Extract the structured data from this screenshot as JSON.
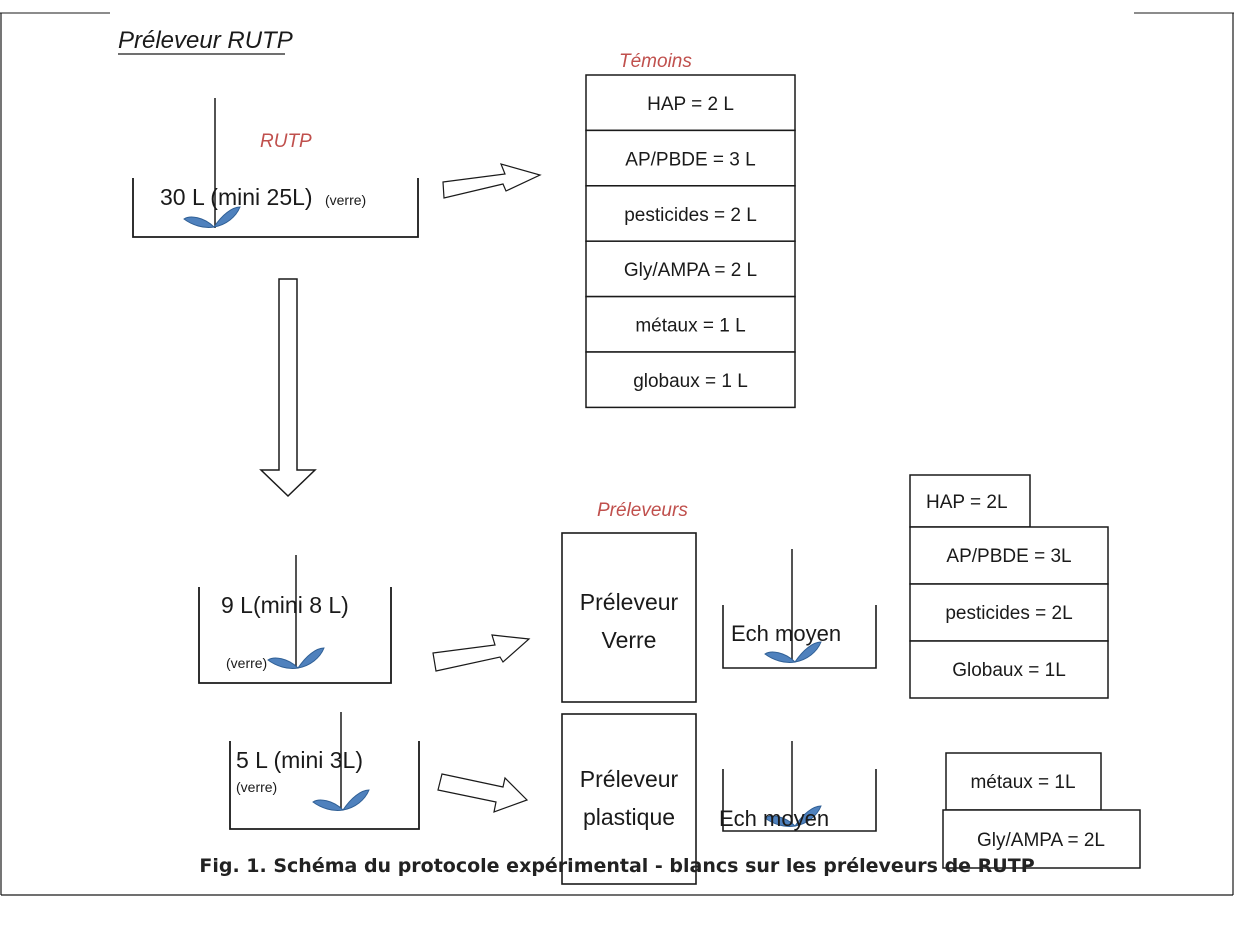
{
  "title": "Préleveur RUTP",
  "rutp_label": "RUTP",
  "main_container": {
    "volume": "30 L (mini 25L)",
    "material": "(verre)"
  },
  "temoins": {
    "title": "Témoins",
    "items": [
      "HAP = 2 L",
      "AP/PBDE = 3 L",
      "pesticides = 2 L",
      "Gly/AMPA = 2 L",
      "métaux = 1 L",
      "globaux = 1 L"
    ]
  },
  "preleveurs_title": "Préleveurs",
  "glass_container": {
    "volume": "9 L(mini 8 L)",
    "material": "(verre)"
  },
  "plastic_container": {
    "volume": "5 L (mini 3L)",
    "material": "(verre)"
  },
  "sampler_glass": {
    "line1": "Préleveur",
    "line2": "Verre"
  },
  "sampler_plastic": {
    "line1": "Préleveur",
    "line2": "plastique"
  },
  "ech_moyen": "Ech moyen",
  "glass_outputs": [
    "HAP = 2L",
    "AP/PBDE = 3L",
    "pesticides = 2L",
    "Globaux = 1L"
  ],
  "plastic_outputs": [
    "métaux = 1L",
    "Gly/AMPA = 2L"
  ],
  "caption": "Fig. 1. Schéma du protocole expérimental - blancs sur les préleveurs de RUTP",
  "colors": {
    "accent_red": "#c0504d",
    "stirrer_blue": "#4f81bd",
    "line": "#1a1a1a"
  }
}
